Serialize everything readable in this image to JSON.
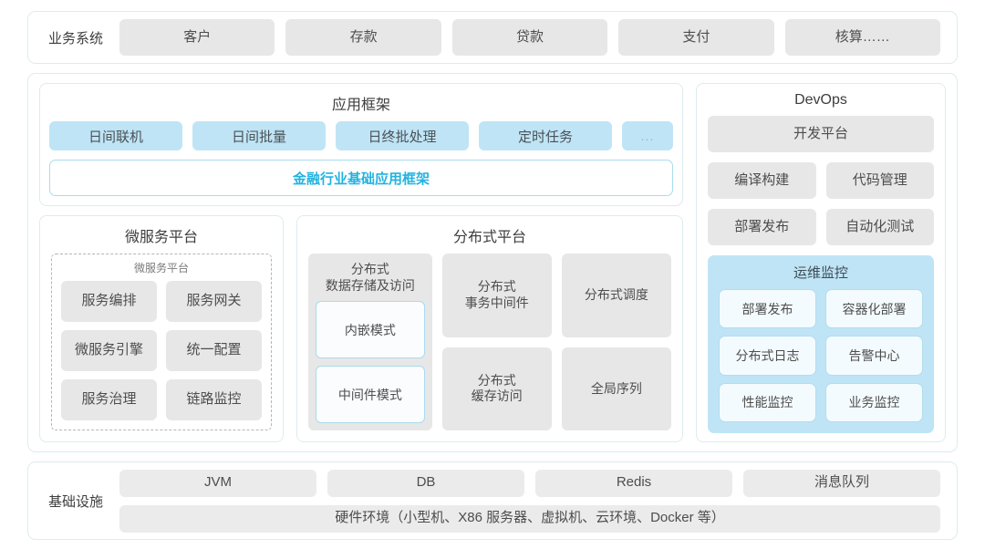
{
  "business_system": {
    "label": "业务系统",
    "items": [
      "客户",
      "存款",
      "贷款",
      "支付",
      "核算……"
    ]
  },
  "app_framework": {
    "title": "应用框架",
    "chips": [
      "日间联机",
      "日间批量",
      "日终批处理",
      "定时任务",
      "..."
    ],
    "highlight": "金融行业基础应用框架"
  },
  "microservice_platform": {
    "title": "微服务平台",
    "inner_title": "微服务平台",
    "items": [
      "服务编排",
      "服务网关",
      "微服务引擎",
      "统一配置",
      "服务治理",
      "链路监控"
    ]
  },
  "distributed_platform": {
    "title": "分布式平台",
    "col1_head": "分布式\n数据存储及访问",
    "col1_head_line1": "分布式",
    "col1_head_line2": "数据存储及访问",
    "modes": [
      "内嵌模式",
      "中间件模式"
    ],
    "items": [
      "分布式\n事务中间件",
      "分布式调度",
      "分布式\n缓存访问",
      "全局序列"
    ],
    "items_lines": [
      [
        "分布式",
        "事务中间件"
      ],
      [
        "分布式调度",
        ""
      ],
      [
        "分布式",
        "缓存访问"
      ],
      [
        "全局序列",
        ""
      ]
    ]
  },
  "devops": {
    "title": "DevOps",
    "full_item": "开发平台",
    "pairs": [
      "编译构建",
      "代码管理",
      "部署发布",
      "自动化测试"
    ],
    "ops_monitor": {
      "title": "运维监控",
      "items": [
        "部署发布",
        "容器化部署",
        "分布式日志",
        "告警中心",
        "性能监控",
        "业务监控"
      ]
    }
  },
  "infrastructure": {
    "label": "基础设施",
    "items": [
      "JVM",
      "DB",
      "Redis",
      "消息队列"
    ],
    "hardware": "硬件环境（小型机、X86 服务器、虚拟机、云环境、Docker 等）"
  },
  "colors": {
    "accent": "#22b3e0",
    "chip_blue": "#bfe4f6",
    "chip_gray": "#e7e7e7",
    "border": "#dcecef"
  }
}
